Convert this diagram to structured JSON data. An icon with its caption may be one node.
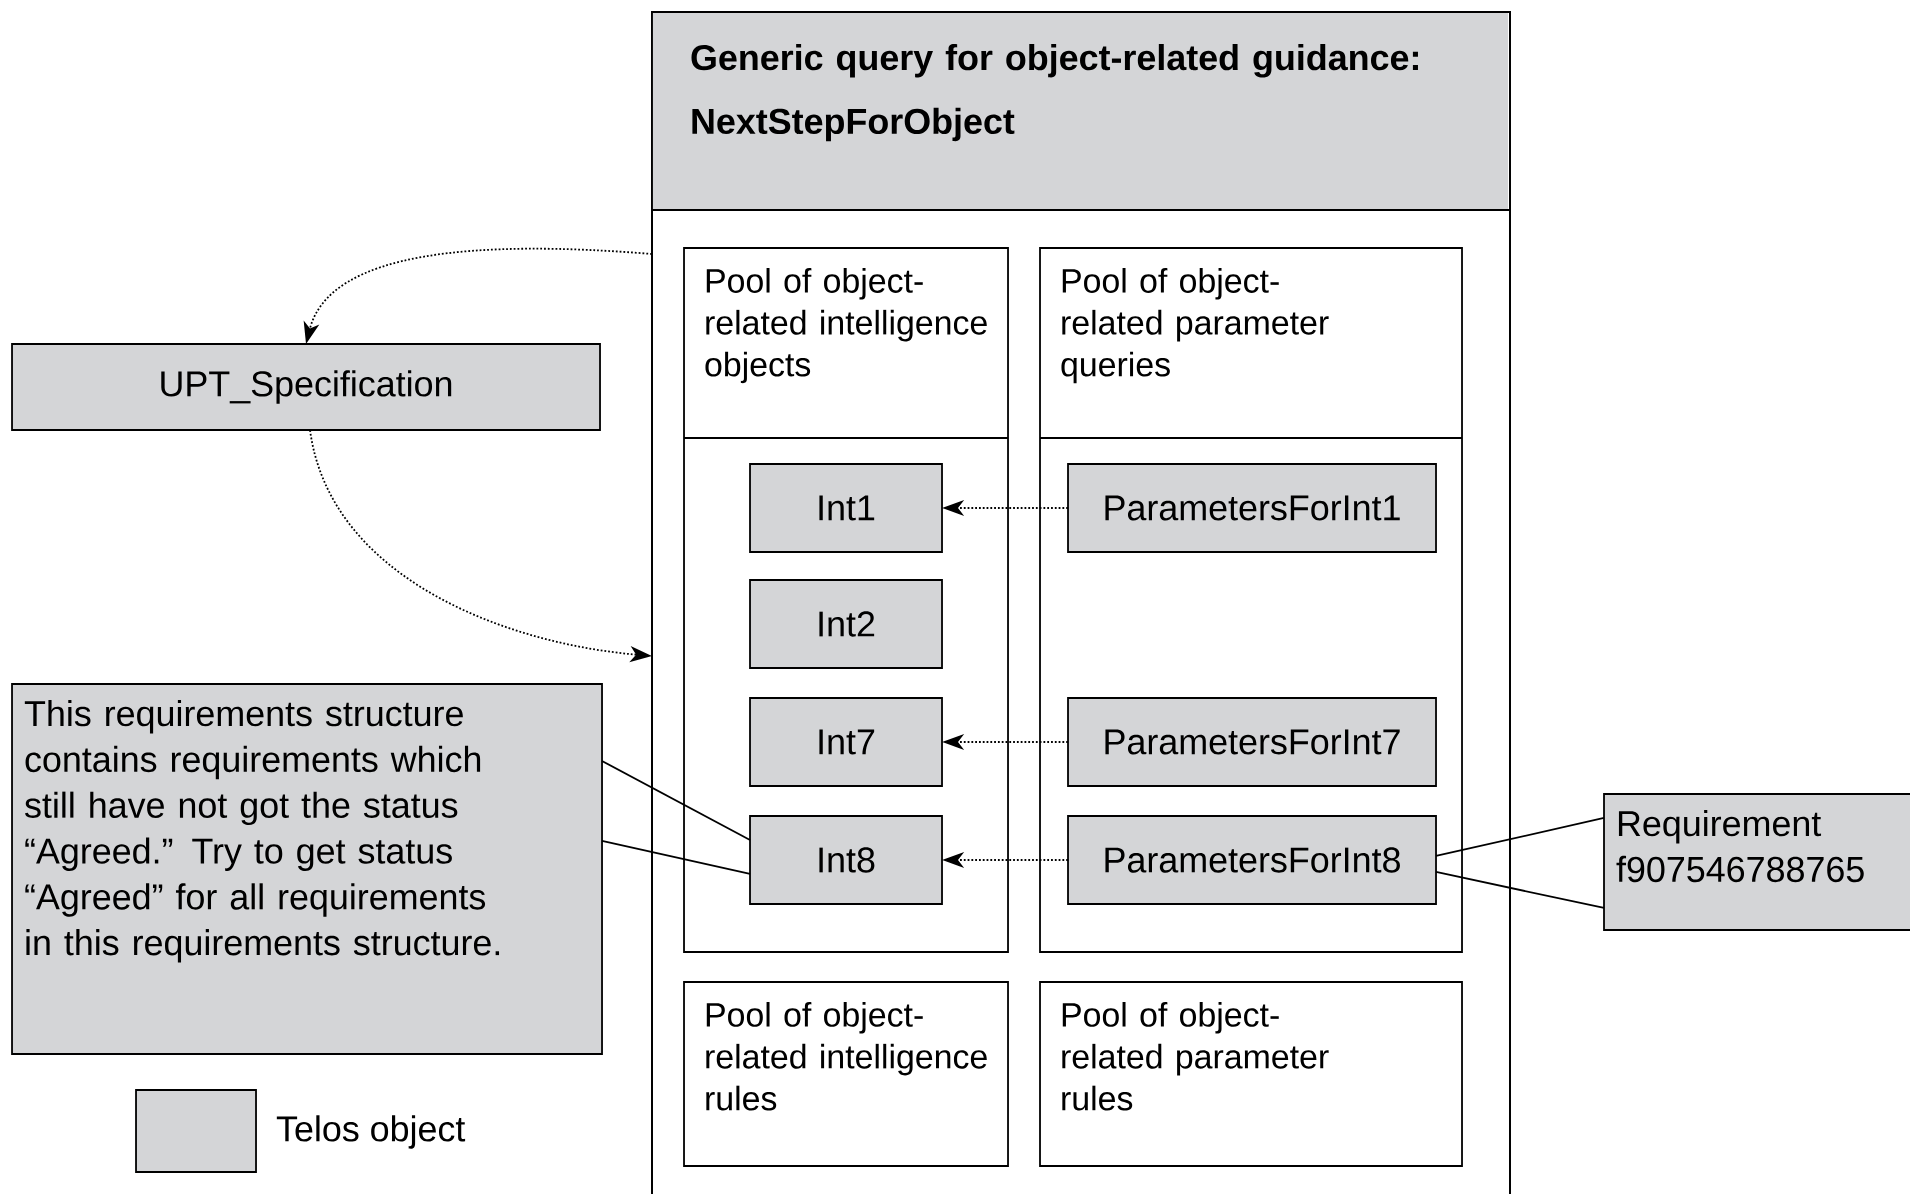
{
  "diagram": {
    "nodes": [
      {
        "text": [
          "Generic query for object-related guidance: NextStepForObject"
        ]
      },
      {
        "text": [
          "UPT_Specification"
        ]
      },
      {
        "text": [
          "Pool of object-related intelligence objects"
        ],
        "in": 0
      },
      {
        "text": [
          "Pool of object-related parameter queries"
        ],
        "in": 0
      },
      {
        "text": [
          "Int1"
        ],
        "in": 2
      },
      {
        "text": [
          "Int2"
        ],
        "in": 2
      },
      {
        "text": [
          "Int7"
        ],
        "in": 2
      },
      {
        "text": [
          "Int8"
        ],
        "in": 2
      },
      {
        "text": [
          "ParametersForInt1"
        ],
        "in": 3
      },
      {
        "text": [
          "ParametersForInt7"
        ],
        "in": 3
      },
      {
        "text": [
          "ParametersForInt8"
        ],
        "in": 3
      },
      {
        "text": [
          "Pool of object-related intelligence rules"
        ],
        "in": 0
      },
      {
        "text": [
          "Pool of object-related parameter rules"
        ],
        "in": 0
      },
      {
        "text": [
          "This requirements structure contains requirements which still have not got the status “Agreed.” Try to get status “Agreed” for all requirements in this requirements structure."
        ]
      },
      {
        "text": [
          "Requirement f907546788765"
        ]
      }
    ],
    "edges": [
      {
        "from": 0,
        "to": 1,
        "arrow": "to",
        "style": "dashed"
      },
      {
        "from": 1,
        "to": 0,
        "arrow": "to",
        "style": "dashed"
      },
      {
        "from": 8,
        "to": 4,
        "arrow": "to",
        "style": "dashed"
      },
      {
        "from": 9,
        "to": 6,
        "arrow": "to",
        "style": "dashed"
      },
      {
        "from": 10,
        "to": 7,
        "arrow": "to",
        "style": "dashed"
      },
      {
        "from": 13,
        "to": 7,
        "arrow": "none"
      },
      {
        "from": 13,
        "to": 7,
        "arrow": "none"
      },
      {
        "from": 10,
        "to": 14,
        "arrow": "none"
      },
      {
        "from": 10,
        "to": 14,
        "arrow": "none"
      }
    ],
    "legend": [
      {
        "text": "Telos object",
        "color": "#d4d5d7"
      }
    ]
  }
}
